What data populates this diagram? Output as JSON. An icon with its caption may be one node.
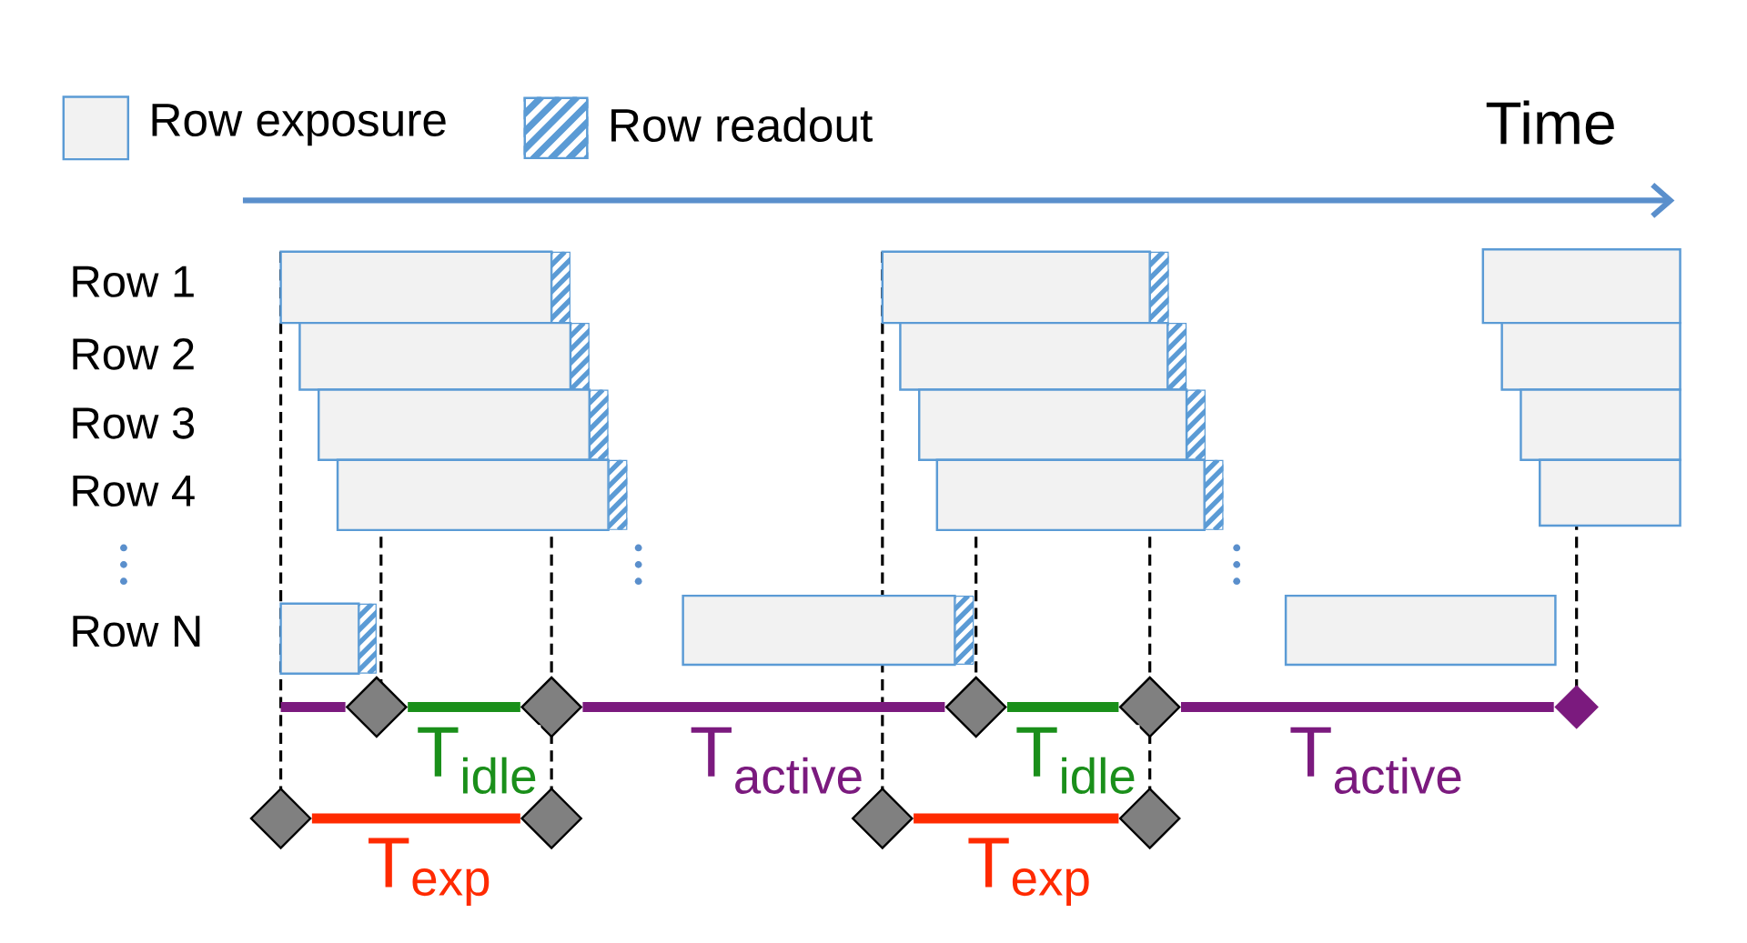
{
  "diagram": {
    "nodes": [
      {
        "text": [],
        "shape": "diamond"
      },
      {
        "text": [],
        "shape": "diamond"
      },
      {
        "text": [],
        "shape": "diamond"
      },
      {
        "text": [],
        "shape": "diamond"
      },
      {
        "text": [],
        "shape": "diamond"
      },
      {
        "text": [],
        "shape": "diamond"
      },
      {
        "text": [],
        "shape": "diamond"
      },
      {
        "text": [],
        "shape": "diamond"
      },
      {
        "text": [],
        "shape": "diamond"
      }
    ],
    "edges": [
      {
        "from": null,
        "to": 0,
        "arrow": "none",
        "color": "#7b1a7e"
      },
      {
        "from": 0,
        "to": 1,
        "arrow": "none",
        "label": "T$_{idle}$",
        "color": "#1a8f1a"
      },
      {
        "from": 1,
        "to": 2,
        "arrow": "none",
        "label": "T$_{active}$",
        "color": "#7b1a7e"
      },
      {
        "from": 2,
        "to": 3,
        "arrow": "none",
        "label": "T$_{idle}$",
        "color": "#1a8f1a"
      },
      {
        "from": 3,
        "to": 4,
        "arrow": "none",
        "label": "T$_{active}$",
        "color": "#7b1a7e"
      },
      {
        "from": 5,
        "to": 6,
        "arrow": "none",
        "label": "T$_{exp}$",
        "color": "#ff2a00"
      },
      {
        "from": 7,
        "to": 8,
        "arrow": "none",
        "label": "T$_{exp}$",
        "color": "#ff2a00"
      }
    ],
    "labels": [
      "Time",
      "Row 1",
      "Row 2",
      "Row 3",
      "Row 4",
      "Row N"
    ],
    "legend": [
      {
        "text": "Row exposure",
        "color": "#f2f2f2"
      },
      {
        "text": "Row readout"
      }
    ]
  }
}
